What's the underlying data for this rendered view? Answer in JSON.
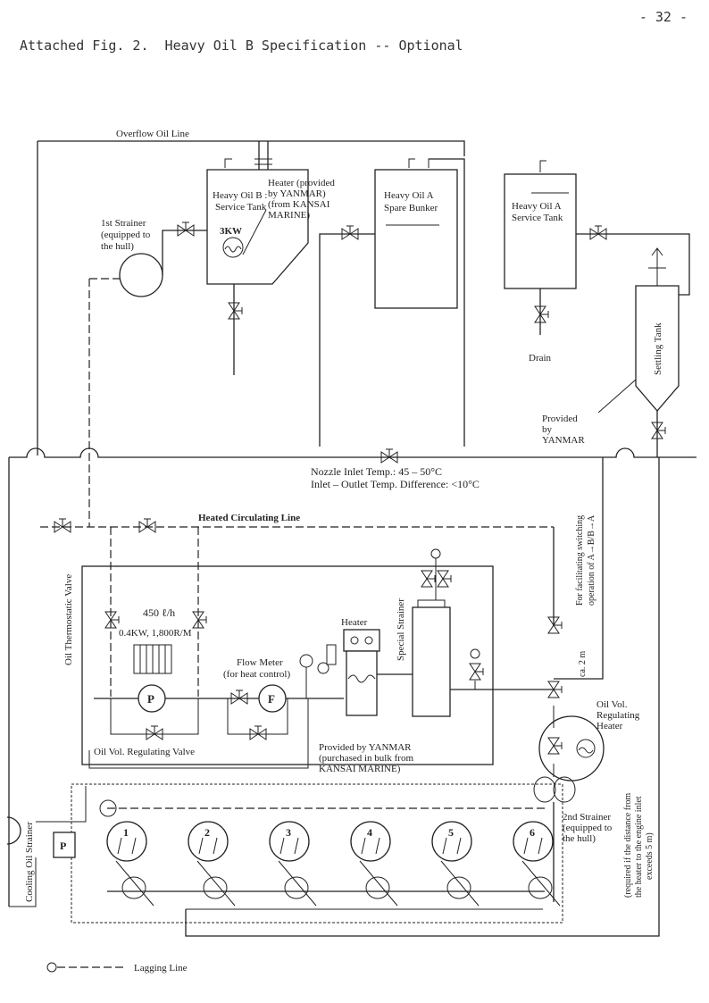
{
  "page_number": "- 32 -",
  "title": "Attached Fig. 2.  Heavy Oil B Specification -- Optional",
  "labels": {
    "overflow_line": "Overflow Oil Line",
    "hob_tank_1": "Heavy Oil B :",
    "hob_tank_2": "Service Tank",
    "heater_top_1": "Heater (provided",
    "heater_top_2": "by YANMAR)",
    "heater_top_3": "(from KANSAI",
    "heater_top_4": "MARINE)",
    "heater_kw": "3KW",
    "spare_1": "Heavy Oil A",
    "spare_2": "Spare Bunker",
    "hoa_svc_1": "Heavy Oil A",
    "hoa_svc_2": "Service Tank",
    "drain": "Drain",
    "settling": "Settling Tank",
    "strainer1_1": "1st Strainer",
    "strainer1_2": "(equipped to",
    "strainer1_3": "the hull)",
    "provided_1": "Provided",
    "provided_2": "by",
    "provided_3": "YANMAR",
    "nozzle_1": "Nozzle Inlet Temp.: 45 – 50°C",
    "nozzle_2": "Inlet – Outlet Temp. Difference: <10°C",
    "heated_line": "Heated Circulating Line",
    "thermo_valve": "Oil Thermostatic Valve",
    "switching_1": "For facilitating switching",
    "switching_2": "operation of A→B/B→A",
    "ca2m": "ca. 2 m",
    "flow_450": "450 ℓ/h",
    "kw_04": "0.4KW, 1,800R/M",
    "flowmeter_1": "Flow Meter",
    "flowmeter_2": "(for heat control)",
    "heater_mid": "Heater",
    "special_strainer": "Special Strainer",
    "pump_p": "P",
    "meter_f": "F",
    "oil_vol_valve": "Oil Vol. Regulating Valve",
    "provided_yanmar_1": "Provided by YANMAR",
    "provided_yanmar_2": "(purchased in bulk from",
    "provided_yanmar_3": "KANSAI MARINE)",
    "reg_heater_1": "Oil Vol.",
    "reg_heater_2": "Regulating",
    "reg_heater_3": "Heater",
    "strainer2_1": "2nd Strainer",
    "strainer2_2": "(equipped to",
    "strainer2_3": "the hull)",
    "required_1": "(required if the distance from",
    "required_2": "the heater to the engine inlet",
    "required_3": "exceeds 5 m)",
    "cooling": "Cooling Oil Strainer",
    "cooling_p": "P",
    "lagging": "Lagging Line",
    "cylinders": [
      "1",
      "2",
      "3",
      "4",
      "5",
      "6"
    ]
  }
}
